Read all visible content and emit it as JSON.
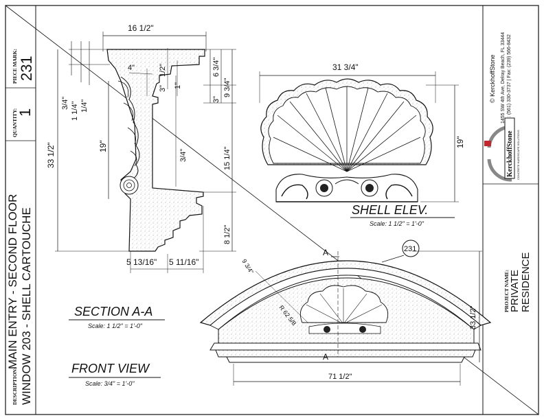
{
  "title_block": {
    "description_label": "DESCRIPTION:",
    "description_line1": "MAIN ENTRY - SECOND FLOOR",
    "description_line2": "WINDOW 203 - SHELL CARTOUCHE",
    "quantity_label": "QUANTITY:",
    "quantity_value": "1",
    "piece_mark_label": "PIECE MARK:",
    "piece_mark_value": "231",
    "project_name_label": "PROJECT NAME:",
    "project_name_line1": "PRIVATE",
    "project_name_line2": "RESIDENCE",
    "copyright": "© KerckhoffStone",
    "address_line1": "1455 SW 4th Ave, Delray Beach, FL 33444",
    "address_line2": "Tel: (561) 330-3737 | Fax: (239) 566-8432",
    "logo_text": "KerckhoffStone",
    "logo_tagline": "CONCRETE HARDSCAPE SOLUTIONS"
  },
  "section_view": {
    "title": "SECTION A-A",
    "scale": "Scale: 1 1/2\" = 1'-0\"",
    "dims": {
      "top_width": "16 1/2\"",
      "left_total": "33 1/2\"",
      "left_19": "19\"",
      "left_34": "3/4\"",
      "left_114a": "1 1/4\"",
      "left_114b": "1/4\"",
      "inner_4": "4\"",
      "inner_12": "1/2\"",
      "inner_3": "3\"",
      "inner_1": "1\"",
      "inner_34": "3/4\"",
      "right_634": "6 3/4\"",
      "right_934": "9 3/4\"",
      "right_3": "3\"",
      "right_1514": "15 1/4\"",
      "right_812": "8 1/2\"",
      "bottom_left": "5 13/16\"",
      "bottom_right": "5 11/16\""
    }
  },
  "shell_elev": {
    "title": "SHELL ELEV.",
    "scale": "Scale: 1 1/2\" = 1'-0\"",
    "width": "31 3/4\"",
    "height": "19\""
  },
  "front_view": {
    "title": "FRONT VIEW",
    "scale": "Scale: 3/4\" = 1'-0\"",
    "width": "71 1/2\"",
    "height": "33 1/2\"",
    "radius": "R 62 5/8",
    "arch_thickness": "9 3/4\"",
    "section_mark_top": "A",
    "section_mark_bottom": "A",
    "callout": "231"
  },
  "colors": {
    "line": "#111111",
    "stipple": "#9a9a9a",
    "logo_red": "#c0282d"
  }
}
